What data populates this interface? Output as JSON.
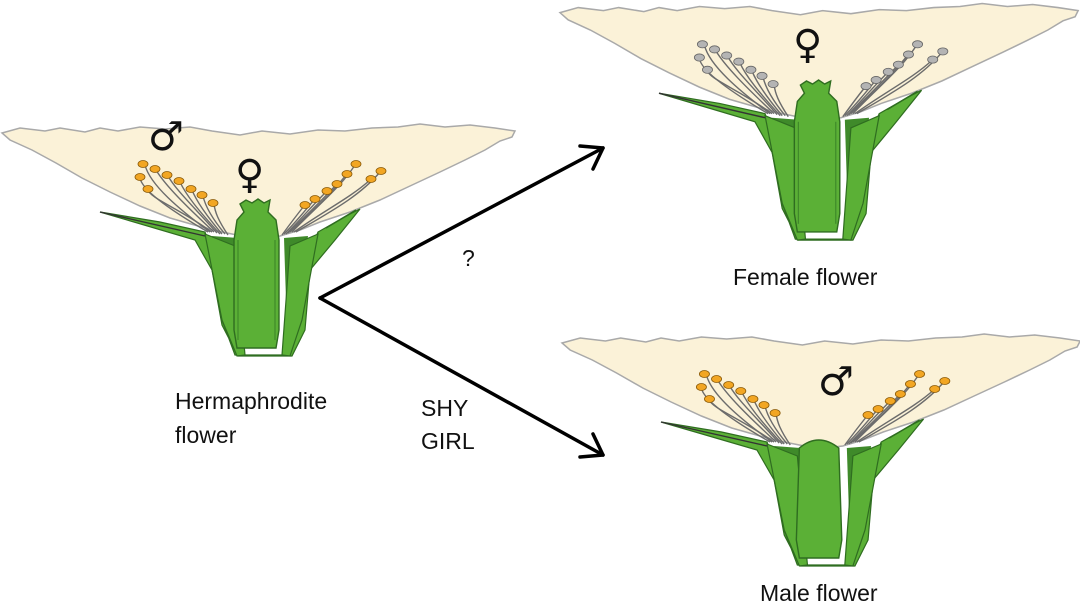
{
  "symbols": {
    "male": "♂",
    "female": "♀"
  },
  "labels": {
    "hermaphrodite_line1": "Hermaphrodite",
    "hermaphrodite_line2": "flower",
    "female": "Female flower",
    "male": "Male flower",
    "unknown_path": "?",
    "gene_line1": "SHY",
    "gene_line2": "GIRL"
  },
  "colors": {
    "petal": "#fbf2d8",
    "sepal": "#5bb036",
    "sepal_dark": "#3f8a2a",
    "ovary": "#58ad33",
    "anther_fertile": "#f2a623",
    "anther_sterile": "#b4b4b4",
    "arrow": "#000000"
  }
}
